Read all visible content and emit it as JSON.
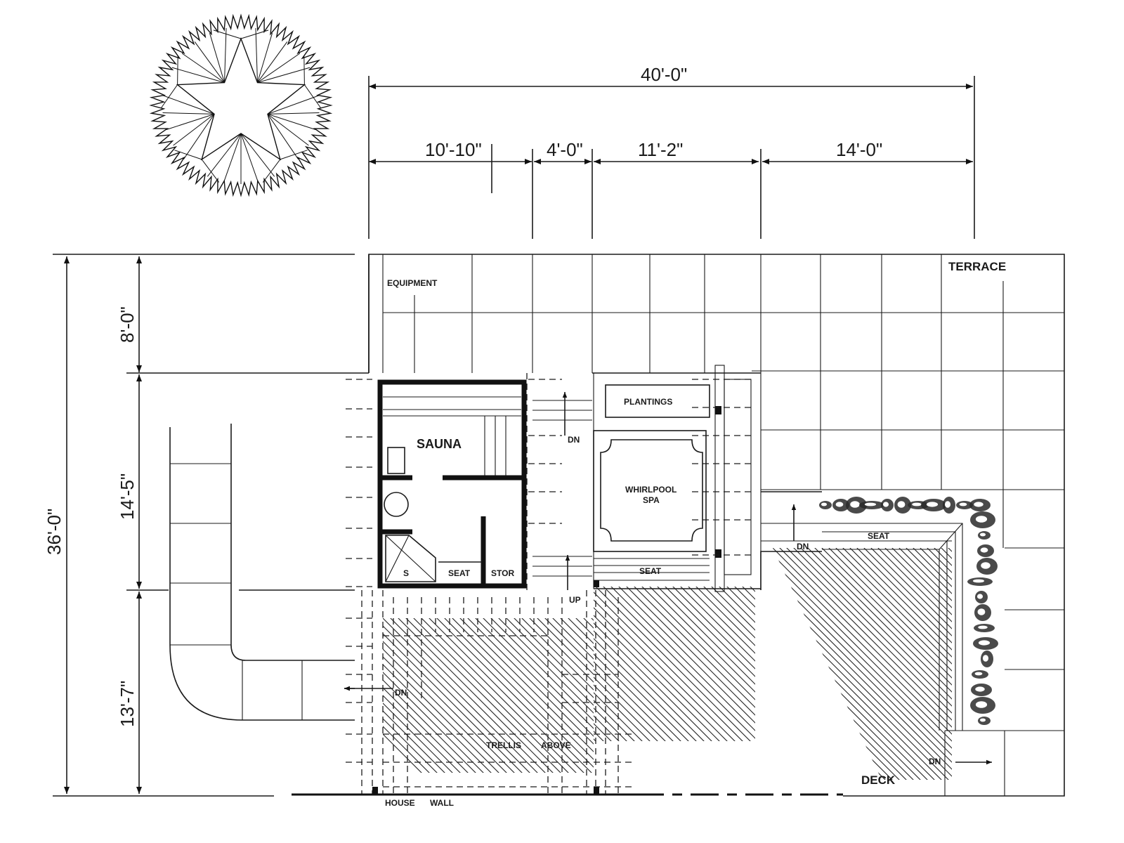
{
  "dimensions": {
    "overall_width": "40'-0\"",
    "seg1": "10'-10\"",
    "seg2": "4'-0\"",
    "seg3": "11'-2\"",
    "seg4": "14'-0\"",
    "overall_depth": "36'-0\"",
    "depth1": "8'-0\"",
    "depth2": "14'-5\"",
    "depth3": "13'-7\""
  },
  "labels": {
    "equipment": "EQUIPMENT",
    "terrace": "TERRACE",
    "plantings": "PLANTINGS",
    "sauna": "SAUNA",
    "whirlpool": "WHIRLPOOL",
    "spa": "SPA",
    "seat_sauna": "SEAT",
    "stor": "STOR",
    "shower": "S",
    "seat_spa": "SEAT",
    "seat_bench": "SEAT",
    "dn_top": "DN",
    "up": "UP",
    "dn_right": "DN",
    "dn_left": "DN",
    "dn_bottom": "DN",
    "trellis": "TRELLIS",
    "above": "ABOVE",
    "house": "HOUSE",
    "wall": "WALL",
    "deck": "DECK"
  },
  "icons": {
    "tree": "tree-plan-symbol-icon"
  }
}
